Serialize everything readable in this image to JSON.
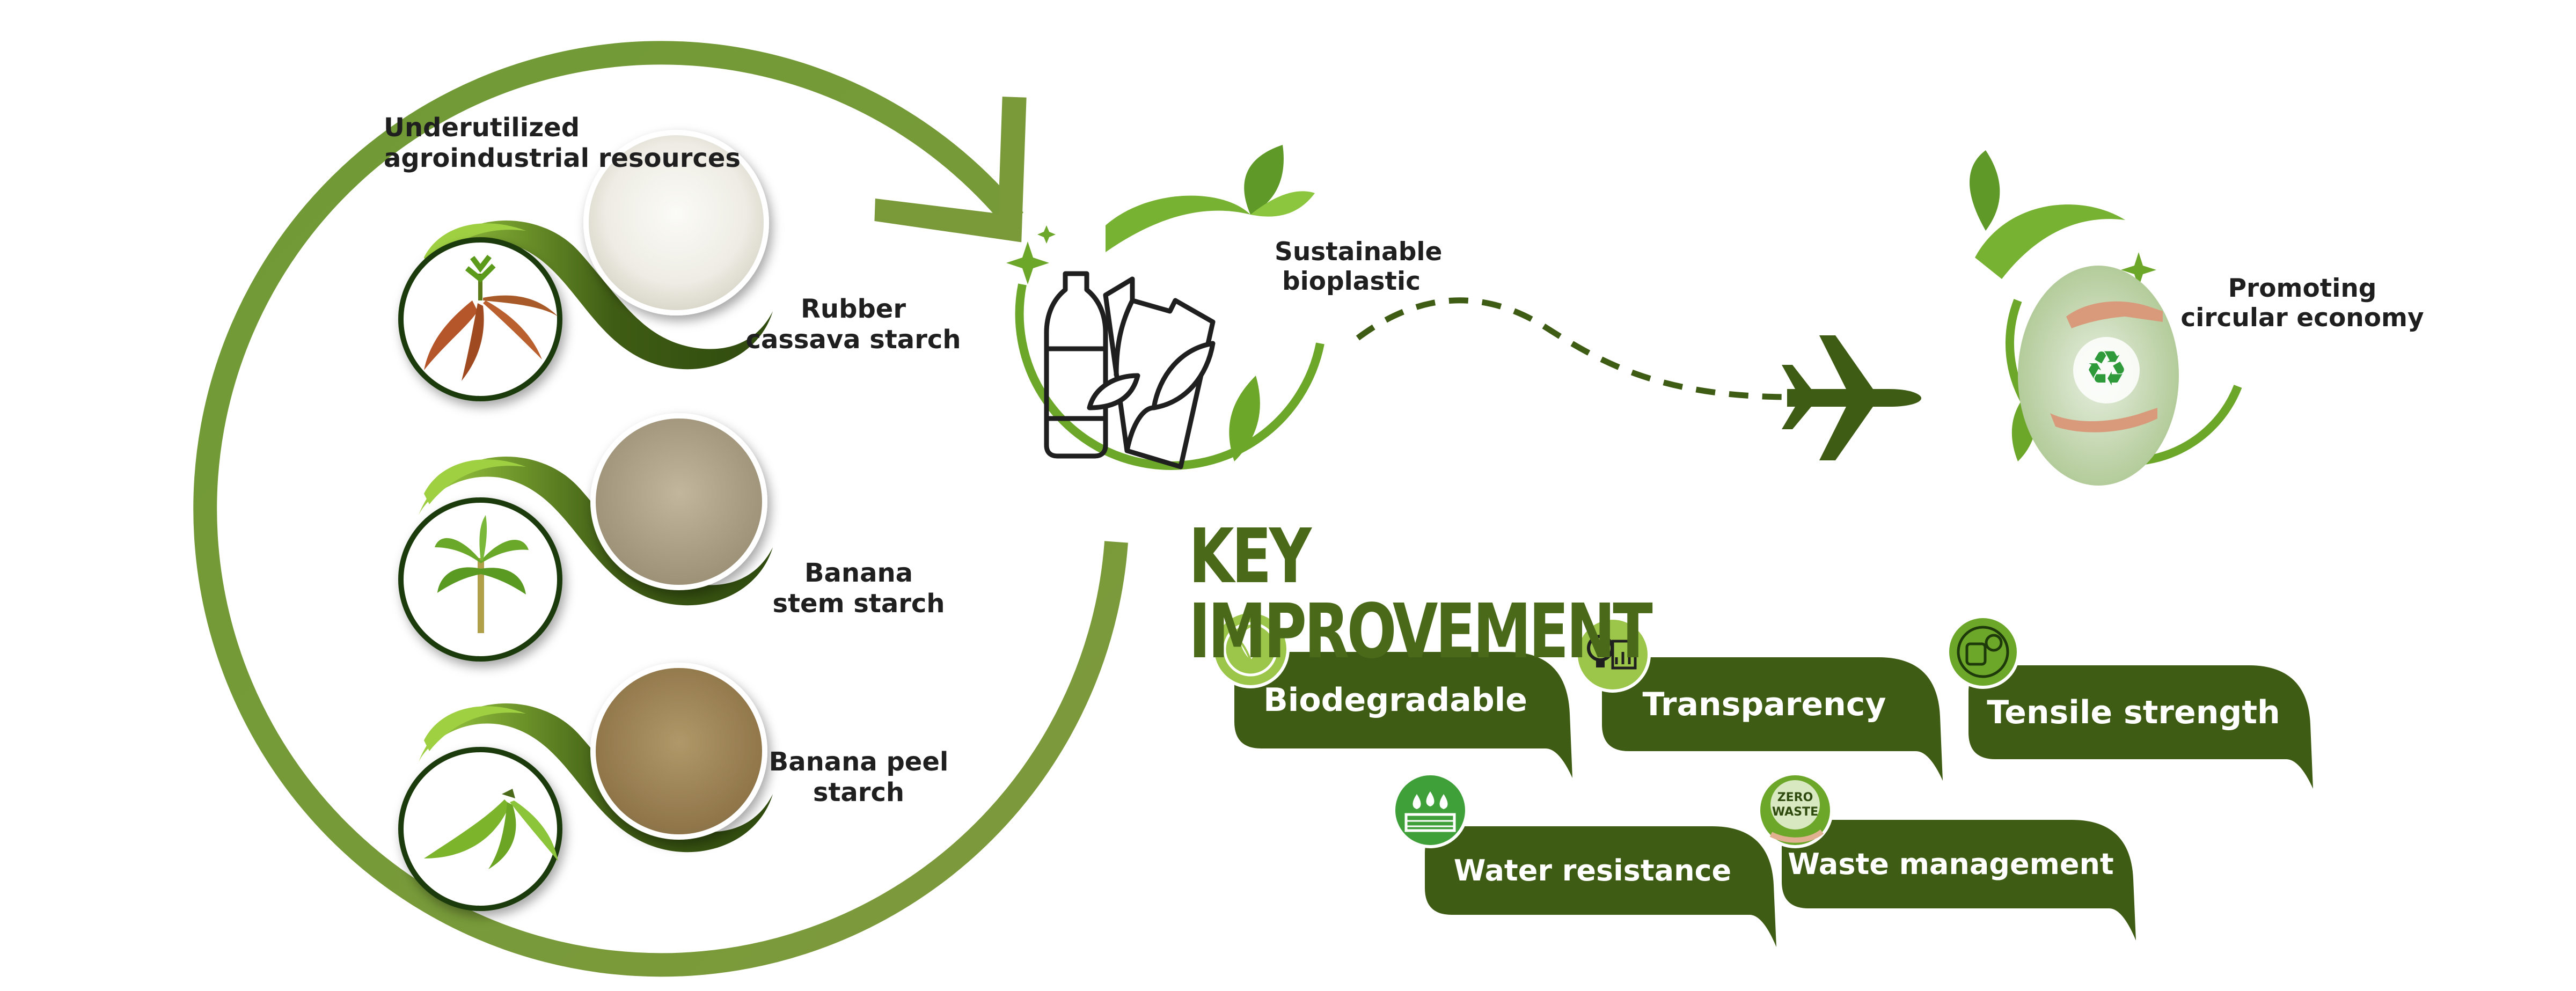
{
  "title": "Underutilized agroindustrial resources",
  "sources": [
    {
      "label": "Rubber cassava starch",
      "line1": "Rubber",
      "line2": "cassava starch",
      "icon": "cassava-root-icon"
    },
    {
      "label": "Banana stem starch",
      "line1": "Banana",
      "line2": "stem starch",
      "icon": "banana-tree-icon"
    },
    {
      "label": "Banana peel starch",
      "line1": "Banana peel",
      "line2": "starch",
      "icon": "banana-peel-icon"
    }
  ],
  "product": {
    "line1": "Sustainable",
    "line2": "bioplastic",
    "icon": "bioplastic-bottle-bag-icon"
  },
  "outcome": {
    "line1": "Promoting",
    "line2": "circular economy",
    "icon": "recycle-hands-icon"
  },
  "key_improvement": {
    "title": "KEY IMPROVEMENT",
    "items": [
      {
        "label": "Biodegradable",
        "icon": "leaf-badge-icon"
      },
      {
        "label": "Transparency",
        "icon": "lightbulb-chart-icon"
      },
      {
        "label": "Tensile strength",
        "icon": "fist-gear-icon"
      },
      {
        "label": "Water resistance",
        "icon": "water-drops-icon"
      },
      {
        "label": "Waste management",
        "icon": "zero-waste-icon"
      }
    ]
  },
  "colors": {
    "dark_green": "#3f5c14",
    "mid_green": "#6c9a2e",
    "light_green": "#8cc63f",
    "arc_green": "#7a9a3a",
    "ribbon_light": "#9ac64a"
  }
}
